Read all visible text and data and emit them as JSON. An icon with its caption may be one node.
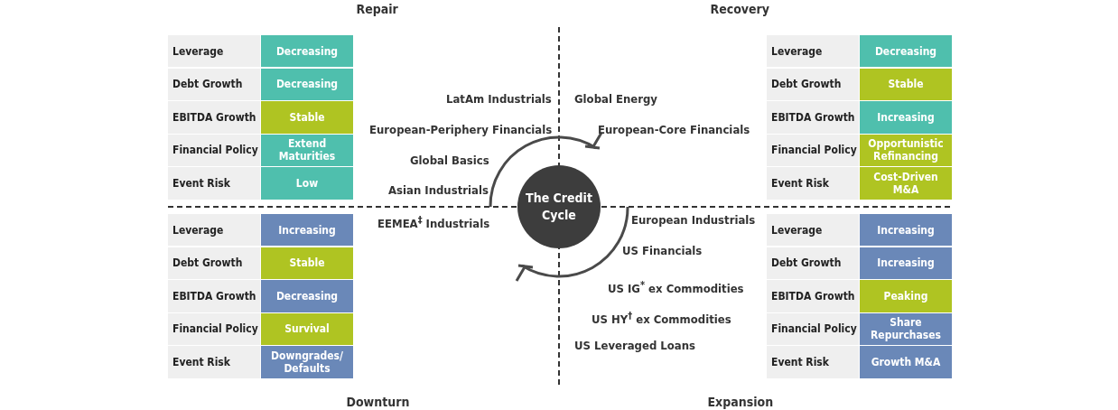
{
  "diagram": {
    "nodes": [
      {
        "text": [
          "The Credit Cycle"
        ]
      }
    ],
    "edges": [],
    "labels": [
      "Repair",
      "Recovery",
      "Leverage",
      "Decreasing",
      "Debt Growth",
      "Decreasing",
      "EBITDA Growth",
      "Stable",
      "Financial Policy",
      "Extend Maturities",
      "Event Risk",
      "Low",
      "Leverage",
      "Decreasing",
      "Debt Growth",
      "Stable",
      "EBITDA Growth",
      "Increasing",
      "Financial Policy",
      "Opportunistic Refinancing",
      "Event Risk",
      "Cost-Driven M&A",
      "LatAm Industrials",
      "Global Energy",
      "European-Periphery Financials",
      "European-Core Financials",
      "Global Basics",
      "Asian Industrials",
      "EEMEA$^{‡}$ Industrials",
      "European Industrials",
      "US Financials",
      "US IG$^{*}$ ex Commodities",
      "US HY$^{†}$ ex Commodities",
      "US Leveraged Loans",
      "Leverage",
      "Increasing",
      "Debt Growth",
      "Stable",
      "EBITDA Growth",
      "Decreasing",
      "Financial Policy",
      "Survival",
      "Event Risk",
      "Downgrades/ Defaults",
      "Leverage",
      "Increasing",
      "Debt Growth",
      "Increasing",
      "EBITDA Growth",
      "Peaking",
      "Financial Policy",
      "Share Repurchases",
      "Event Risk",
      "Growth M&A",
      "Downturn",
      "Expansion"
    ]
  }
}
